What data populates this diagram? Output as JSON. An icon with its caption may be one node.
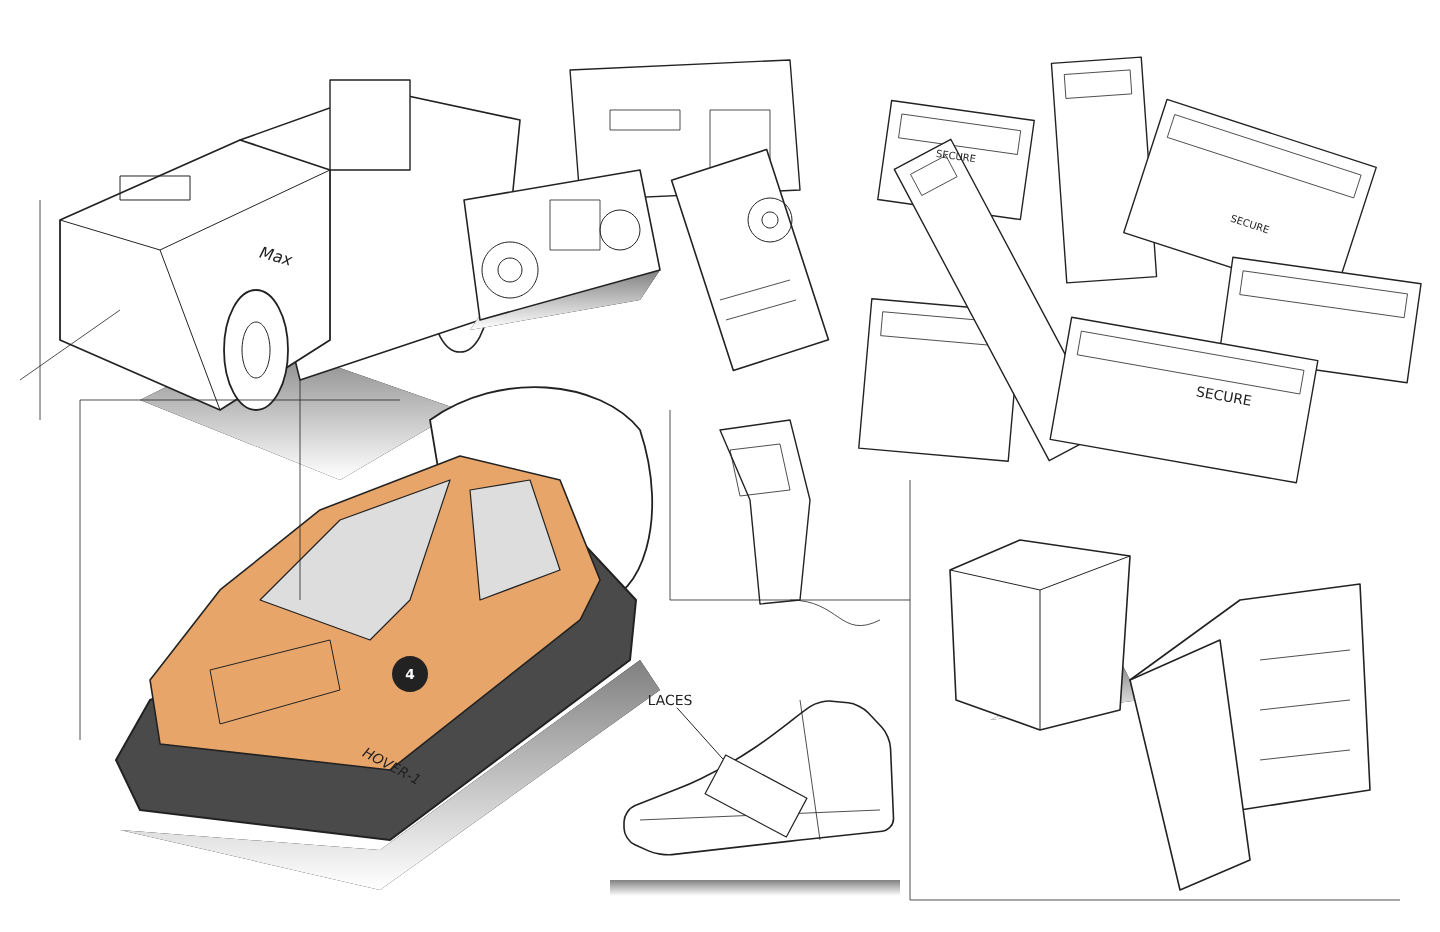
{
  "diagram": {
    "nodes": [
      {
        "text": [
          "LACES"
        ]
      },
      {
        "text": [],
        "shape": "picture"
      }
    ],
    "edges": [
      {
        "from": 0,
        "to": 1,
        "arrow": "none"
      }
    ],
    "labels": [
      "SECURE",
      "SECURE",
      "Max",
      "SECURE",
      "4",
      "HOVER-1"
    ]
  }
}
